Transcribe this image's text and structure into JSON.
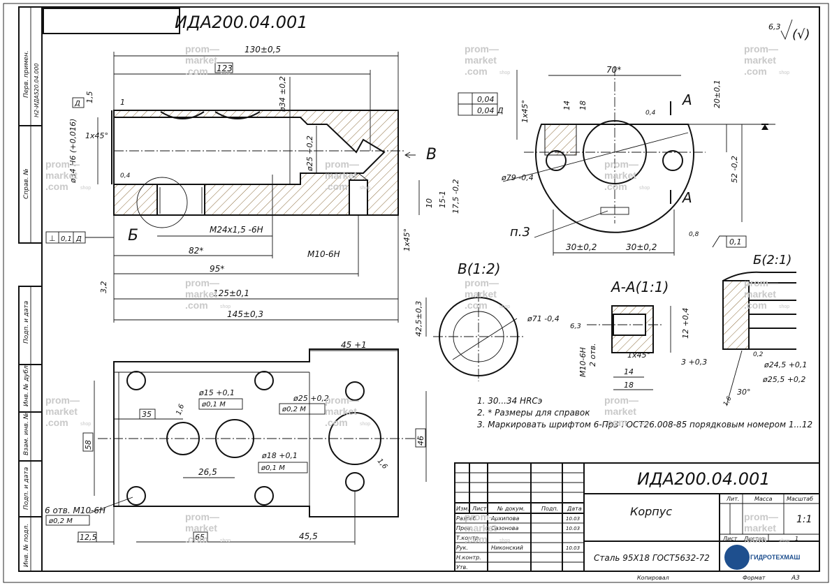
{
  "title_block": {
    "designation": "ИДА200.04.001",
    "designation_mirrored": "ИДА200.04.001",
    "name": "Корпус",
    "material": "Сталь 95Х18 ГОСТ5632-72",
    "scale": "1:1",
    "sheet_label": "Лист",
    "sheets_label": "Листов",
    "sheets_count": "1",
    "lit_label": "Лит.",
    "mass_label": "Масса",
    "scale_label": "Масштаб",
    "copied": "Копировал",
    "format_label": "Формат",
    "format": "A3",
    "col_headers": [
      "Изм.",
      "Лист",
      "№ докум.",
      "Подп.",
      "Дата"
    ],
    "roles": [
      {
        "role": "Разраб.",
        "name": "Архипова",
        "date": "10.03"
      },
      {
        "role": "Пров.",
        "name": "Сазонова",
        "date": "10.03"
      },
      {
        "role": "Т.контр.",
        "name": "",
        "date": ""
      },
      {
        "role": "Рук.",
        "name": "Никонский",
        "date": "10.03"
      },
      {
        "role": "Н.контр.",
        "name": "",
        "date": ""
      },
      {
        "role": "Утв.",
        "name": "",
        "date": ""
      }
    ],
    "logo_text": "ГИДРОТЕХМАШ"
  },
  "side_stamps": {
    "perv_primen": "Перв. примен.",
    "perv_value": "Н2-ИДА520.04.000",
    "sprav": "Справ. №",
    "podp_data_1": "Подп. и дата",
    "inv_dubl": "Инв. № дубл.",
    "vzam_inv": "Взам. инв. №",
    "podp_data_2": "Подп. и дата",
    "inv_podl": "Инв. № подл."
  },
  "surface_finish": {
    "value": "6,3",
    "symbol": "(√)"
  },
  "notes": [
    "1. 30...34 HRCэ",
    "2. * Размеры для справок",
    "3.  Маркировать шрифтом 6-Пр3 ГОСТ26.008-85 порядковым номером 1...12"
  ],
  "views": {
    "section_A": "А-А(1:1)",
    "view_B": "В(1:2)",
    "detail_B": "Б(2:1)",
    "label_A": "А",
    "label_B": "В",
    "label_Bdet": "Б",
    "label_p3": "п.3"
  },
  "front_view_dims": {
    "d130": "130±0,5",
    "d123": "123",
    "d1_5": "1,5",
    "d1": "1",
    "d34_8": "ø34 ±0,2",
    "d25": "ø25 +0,2",
    "d34H6": "ø34 H6 (+0,016)",
    "ch1x45": "1x45°",
    "r04": "0,4",
    "m24": "M24x1,5 -6H",
    "d82": "82*",
    "d95": "95*",
    "d125": "125±0,1",
    "d145": "145±0,3",
    "m10": "M10-6H",
    "d10": "10",
    "d15": "15-1",
    "d17_5": "17,5 -0,2",
    "ch1x45b": "1x45°",
    "r32": "3,2",
    "datum_D": "Д",
    "perp_tol": "0,1",
    "perp_datum": "Д"
  },
  "side_view_dims": {
    "d70": "70*",
    "d20": "20±0,1",
    "d52": "52 -0,2",
    "d14": "14",
    "d18": "18",
    "d79": "ø79 -0,4",
    "ch1x45": "1x45°",
    "r04": "0,4",
    "d30a": "30±0,2",
    "d30b": "30±0,2",
    "r08": "0,8",
    "par_tol": "0,1",
    "flat_tol": "0,04",
    "par2_tol": "0,04",
    "par2_datum": "Д"
  },
  "view_B_dims": {
    "d42_5": "42,5±0,3",
    "d71": "ø71 -0,4"
  },
  "section_A_dims": {
    "d6_3": "6,3",
    "m10": "M10-6H",
    "holes": "2 отв.",
    "ch": "1x45°",
    "d14": "14",
    "d18": "18",
    "d12": "12 +0,4"
  },
  "detail_B_dims": {
    "d24_5": "ø24,5 +0,1",
    "d25_5": "ø25,5 +0,2",
    "d3": "3 +0,3",
    "ang30": "30°",
    "r0_2": "0,2",
    "r1_6": "1,6"
  },
  "top_view_dims": {
    "d45": "45 +1",
    "d15": "ø15 +0,1",
    "pos15": "ø0,1 M",
    "d25": "ø25 +0,2",
    "pos25": "ø0,2 M",
    "d18": "ø18 +0,1",
    "pos18": "ø0,1 M",
    "d35": "35",
    "d58": "58",
    "d46": "46",
    "d26_5": "26,5",
    "r1_6a": "1,6",
    "r1_6b": "1,6",
    "holes": "6 отв. M10-6H",
    "pos_holes": "ø0,2 M",
    "d12_5": "12,5",
    "d65": "65",
    "d45_5": "45,5"
  },
  "watermark": {
    "line1": "prom—",
    "line2": "market",
    "line3": ".com",
    "shop": "shop"
  }
}
